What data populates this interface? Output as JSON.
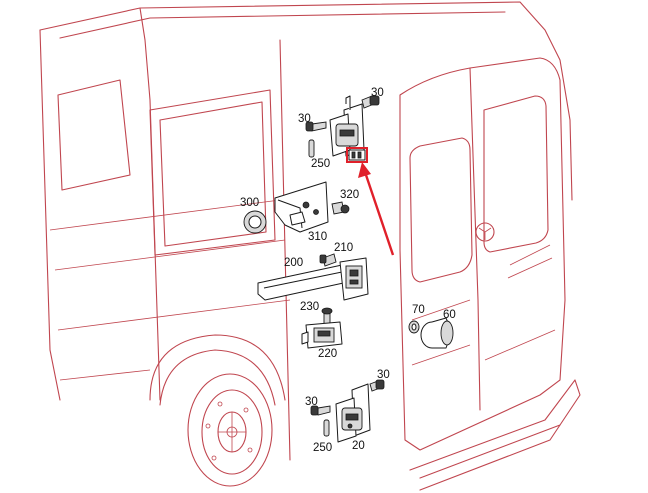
{
  "diagram": {
    "callouts": [
      {
        "id": "c30-top-right",
        "text": "30"
      },
      {
        "id": "c30-top-left",
        "text": "30"
      },
      {
        "id": "c250-top",
        "text": "250"
      },
      {
        "id": "c300",
        "text": "300"
      },
      {
        "id": "c320",
        "text": "320"
      },
      {
        "id": "c310",
        "text": "310"
      },
      {
        "id": "c210",
        "text": "210"
      },
      {
        "id": "c200",
        "text": "200"
      },
      {
        "id": "c230",
        "text": "230"
      },
      {
        "id": "c220",
        "text": "220"
      },
      {
        "id": "c70",
        "text": "70"
      },
      {
        "id": "c60",
        "text": "60"
      },
      {
        "id": "c30-bottom-right",
        "text": "30"
      },
      {
        "id": "c30-bottom-left",
        "text": "30"
      },
      {
        "id": "c250-bottom",
        "text": "250"
      },
      {
        "id": "c20",
        "text": "20"
      }
    ],
    "colors": {
      "vehicle_outline": "#c0464f",
      "parts": "#1a1a1a",
      "highlight": "#e0202a"
    },
    "icons": {
      "highlight_marker": "red-arrow-icon",
      "wheel": "wheel-icon"
    }
  }
}
